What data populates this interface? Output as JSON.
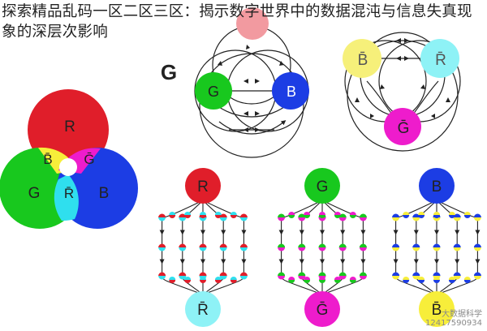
{
  "page": {
    "title": "探索精品乱码一区二区三区：揭示数字世界中的数据混沌与信息失真现象的深层次影响"
  },
  "colors": {
    "red": "#e01e2a",
    "green": "#18c81e",
    "blue": "#1c3de4",
    "yellow": "#f7ee3a",
    "magenta": "#ee1ccc",
    "cyan": "#2fdfee",
    "yellow_light": "#f6f07a",
    "cyan_light": "#8ef2f6",
    "magenta_light": "#f58ad8",
    "red_light": "#ef9090",
    "line": "#222222"
  },
  "venn": {
    "r": "R",
    "g": "G",
    "b": "B",
    "rg": "B̄",
    "rb": "Ḡ",
    "gb": "R̄"
  },
  "top_middle": {
    "corner": "G",
    "left": "G",
    "right": "B"
  },
  "top_right": {
    "left": "B̄",
    "right": "R̄",
    "bottom": "Ḡ"
  },
  "bottom_graphs": [
    {
      "top": "R",
      "bottom": "R̄"
    },
    {
      "top": "G",
      "bottom": "Ḡ"
    },
    {
      "top": "B",
      "bottom": "B̄"
    }
  ],
  "watermark": {
    "line1": "大数据科学",
    "line2": "12417590934"
  }
}
